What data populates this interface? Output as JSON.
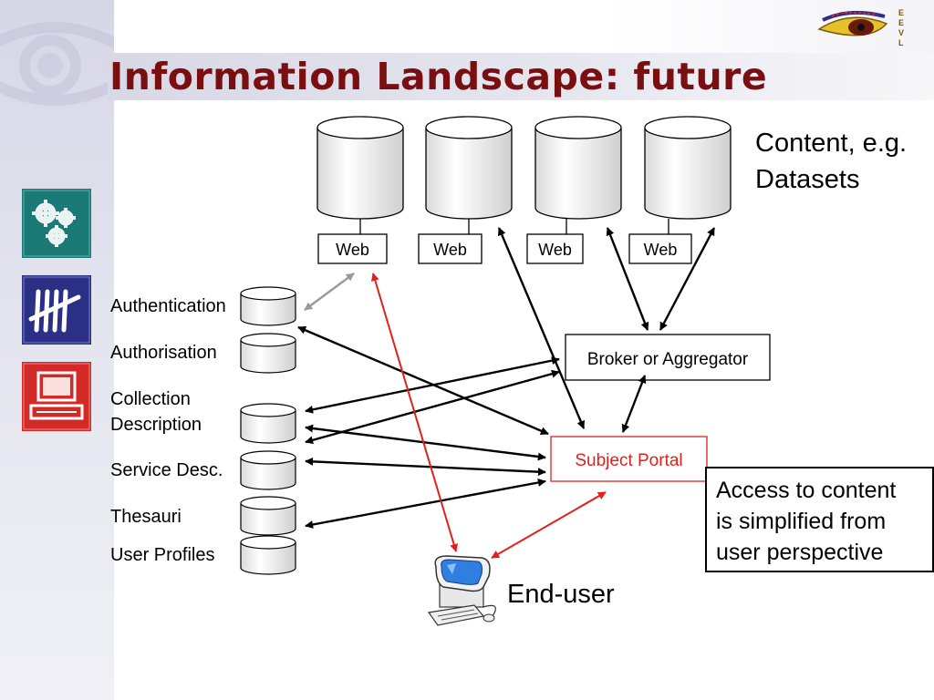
{
  "slide": {
    "title": "Information Landscape: future",
    "logo_letters": [
      "E",
      "E",
      "V",
      "L"
    ]
  },
  "sidebar": {
    "icons": [
      "gears-icon",
      "tally-marks-icon",
      "computer-terminal-icon"
    ],
    "colors": {
      "teal": "#1b7a76",
      "navy": "#2b2f86",
      "red": "#d32a27"
    }
  },
  "diagram": {
    "content_stores": [
      {
        "label": "Web"
      },
      {
        "label": "Web"
      },
      {
        "label": "Web"
      },
      {
        "label": "Web"
      }
    ],
    "content_caption": [
      "Content, e.g.",
      "Datasets"
    ],
    "services": [
      {
        "label": [
          "Authentication"
        ]
      },
      {
        "label": [
          "Authorisation"
        ]
      },
      {
        "label": [
          "Collection",
          "Description"
        ]
      },
      {
        "label": [
          "Service Desc."
        ]
      },
      {
        "label": [
          "Thesauri"
        ]
      },
      {
        "label": [
          "User Profiles"
        ]
      }
    ],
    "broker": "Broker or Aggregator",
    "portal": "Subject Portal",
    "end_user": "End-user",
    "note": [
      "Access to content",
      "is simplified from",
      "user perspective"
    ],
    "colors": {
      "title": "#7a0f12",
      "portal": "#e0201b",
      "arrow": "#000000",
      "grey_arrow": "#999999"
    }
  }
}
